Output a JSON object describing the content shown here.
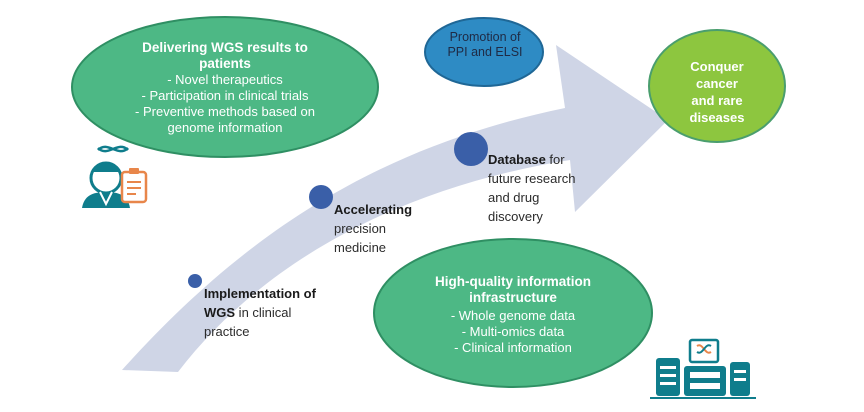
{
  "palette": {
    "ellipse_green": "#4db885",
    "ellipse_border": "#2f8f63",
    "small_blue": "#2e8bc4",
    "goal_green": "#8dc63f",
    "arrow": "#cfd5e6",
    "dot": "#3a5fa8",
    "icon_teal": "#0f7d8c"
  },
  "delivering": {
    "title": "Delivering WGS results to patients",
    "items": [
      "- Novel therapeutics",
      "- Participation in clinical trials",
      "- Preventive methods based on genome information"
    ]
  },
  "promotion": {
    "text": "Promotion of PPI and ELSI"
  },
  "goal": {
    "text": "Conquer cancer and rare diseases"
  },
  "steps": [
    {
      "bold": "Implementation of WGS",
      "rest": " in clinical practice"
    },
    {
      "bold": "Accelerating",
      "rest": " precision medicine"
    },
    {
      "bold": "Database",
      "rest": " for future research and drug discovery"
    }
  ],
  "infrastructure": {
    "title": "High-quality information infrastructure",
    "items": [
      "-    Whole genome data",
      "-    Multi-omics data",
      "-    Clinical information"
    ]
  },
  "icons": [
    "patient-with-dna-icon",
    "sequencer-icon"
  ]
}
